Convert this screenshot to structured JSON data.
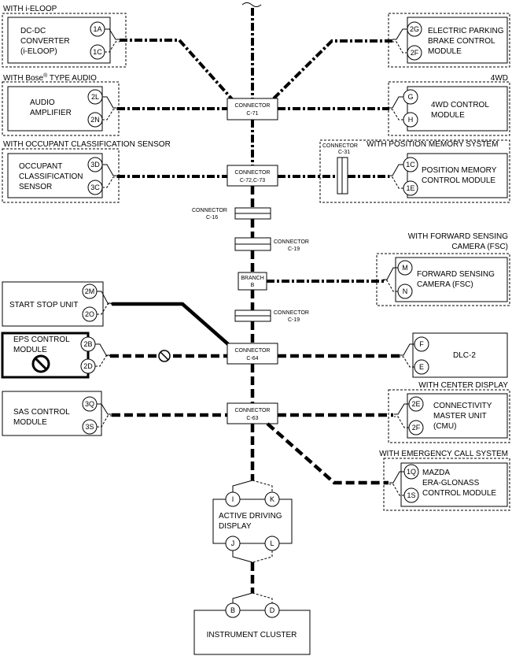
{
  "labels": {
    "with_i_eloop": "WITH i-ELOOP",
    "with_bose_pre": "WITH Bose",
    "with_bose_reg": "®",
    "with_bose_post": " TYPE AUDIO",
    "fourwd": "4WD",
    "with_ocs": "WITH OCCUPANT CLASSIFICATION SENSOR",
    "with_position_memory": "WITH POSITION MEMORY SYSTEM",
    "with_fsc_1": "WITH FORWARD SENSING",
    "with_fsc_2": "CAMERA (FSC)",
    "with_center_display": "WITH CENTER DISPLAY",
    "with_ecall": "WITH EMERGENCY CALL SYSTEM"
  },
  "modules": {
    "dcdc": [
      "DC-DC",
      "CONVERTER",
      "(i-ELOOP)"
    ],
    "epb": [
      "ELECTRIC PARKING",
      "BRAKE CONTROL",
      "MODULE"
    ],
    "audio": [
      "AUDIO",
      "AMPLIFIER"
    ],
    "fourwd_cm": [
      "4WD CONTROL",
      "MODULE"
    ],
    "ocs": [
      "OCCUPANT",
      "CLASSIFICATION",
      "SENSOR"
    ],
    "pmcm": [
      "POSITION MEMORY",
      "CONTROL MODULE"
    ],
    "fsc": [
      "FORWARD SENSING",
      "CAMERA (FSC)"
    ],
    "ssu": [
      "START STOP UNIT"
    ],
    "eps": [
      "EPS CONTROL",
      "MODULE"
    ],
    "dlc": [
      "DLC-2"
    ],
    "sas": [
      "SAS CONTROL",
      "MODULE"
    ],
    "cmu": [
      "CONNECTIVITY",
      "MASTER UNIT",
      "(CMU)"
    ],
    "era": [
      "MAZDA",
      "ERA-GLONASS",
      "CONTROL MODULE"
    ],
    "add": [
      "ACTIVE DRIVING",
      "DISPLAY"
    ],
    "ic": [
      "INSTRUMENT CLUSTER"
    ]
  },
  "connectors": {
    "c71": [
      "CONNECTOR",
      "C-71"
    ],
    "c72": [
      "CONNECTOR",
      "C-72,C-73"
    ],
    "c31": [
      "CONNECTOR",
      "C-31"
    ],
    "c16": [
      "CONNECTOR",
      "C-16"
    ],
    "c19a": [
      "CONNECTOR",
      "C-19"
    ],
    "branch": [
      "BRANCH",
      "B"
    ],
    "c19b": [
      "CONNECTOR",
      "C-19"
    ],
    "c64": [
      "CONNECTOR",
      "C-64"
    ],
    "c63": [
      "CONNECTOR",
      "C-63"
    ]
  },
  "pins": {
    "dcdc": [
      "1A",
      "1C"
    ],
    "epb": [
      "2G",
      "2F"
    ],
    "audio": [
      "2L",
      "2N"
    ],
    "fourwd": [
      "G",
      "H"
    ],
    "ocs": [
      "3D",
      "3C"
    ],
    "pmcm": [
      "1C",
      "1E"
    ],
    "fsc": [
      "M",
      "N"
    ],
    "ssu": [
      "2M",
      "2O"
    ],
    "eps": [
      "2B",
      "2D"
    ],
    "dlc": [
      "F",
      "E"
    ],
    "sas": [
      "3Q",
      "3S"
    ],
    "cmu": [
      "2E",
      "2F"
    ],
    "era": [
      "1Q",
      "1S"
    ],
    "add_top": [
      "I",
      "K"
    ],
    "add_bot": [
      "J",
      "L"
    ],
    "ic": [
      "B",
      "D"
    ]
  },
  "icons": {
    "eps_status": "prohibited-icon",
    "line_fault": "prohibited-icon-small"
  }
}
